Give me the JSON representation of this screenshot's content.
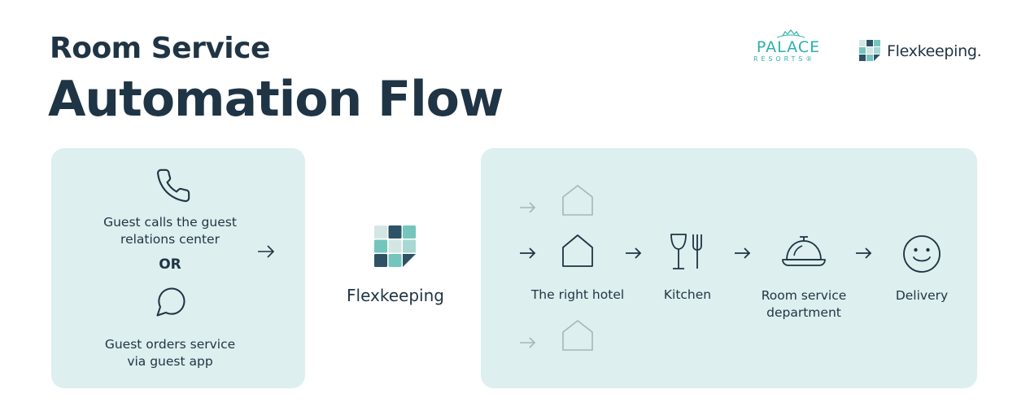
{
  "header": {
    "title_line1": "Room Service",
    "title_line2": "Automation Flow"
  },
  "logos": {
    "palace": {
      "word": "PALACE",
      "sub": "RESORTS®"
    },
    "flexkeeping": {
      "word": "Flexkeeping."
    }
  },
  "inputs": {
    "call_text": [
      "Guest calls the guest",
      "relations center"
    ],
    "or_text": "OR",
    "app_text": [
      "Guest orders service",
      "via guest app"
    ]
  },
  "hub": {
    "label": "Flexkeeping"
  },
  "steps": {
    "hotel": "The right hotel",
    "kitchen": "Kitchen",
    "room_service": [
      "Room service",
      "department"
    ],
    "delivery": "Delivery"
  },
  "colors": {
    "navy": "#1f3444",
    "panel": "#ddefee",
    "teal": "#2bb0ad",
    "faded": "#a9b5b8",
    "mint": "#74c6bd",
    "grid_light": "#d4e6e4",
    "grid_dark": "#2d5265"
  },
  "icons": {
    "call": "phone-icon",
    "app": "speech-bubble-icon",
    "hotel": "house-icon",
    "kitchen": "fork-knife-icon",
    "room_service": "service-bell-icon",
    "delivery": "smiley-icon"
  }
}
